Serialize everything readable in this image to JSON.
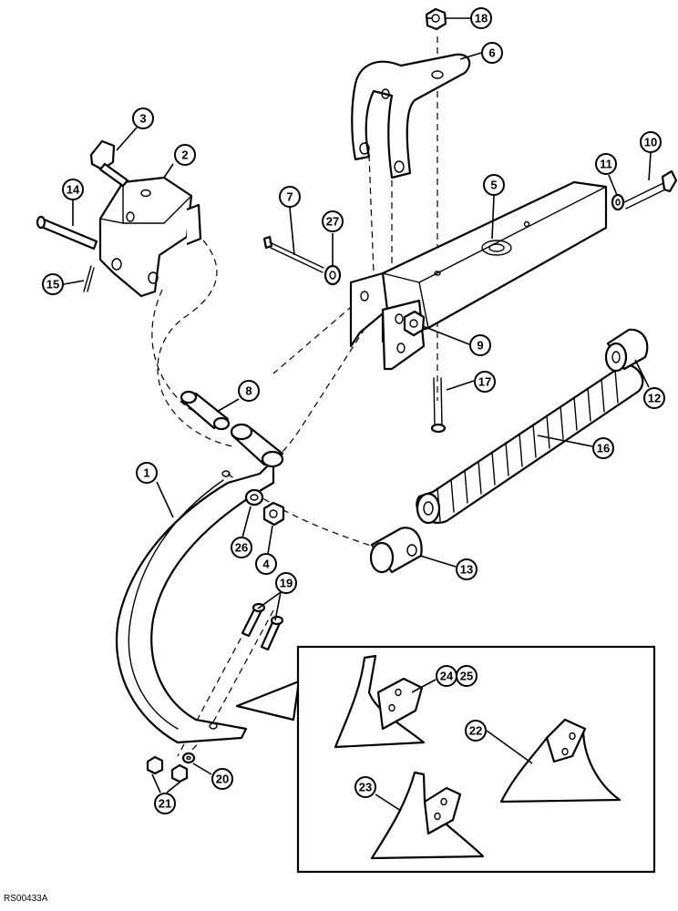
{
  "figure": {
    "reference_code": "RS00433A",
    "callouts": [
      "1",
      "2",
      "3",
      "4",
      "5",
      "6",
      "7",
      "8",
      "9",
      "10",
      "11",
      "12",
      "13",
      "14",
      "15",
      "16",
      "17",
      "18",
      "19",
      "20",
      "21",
      "22",
      "23",
      "24",
      "25",
      "26",
      "27"
    ]
  }
}
